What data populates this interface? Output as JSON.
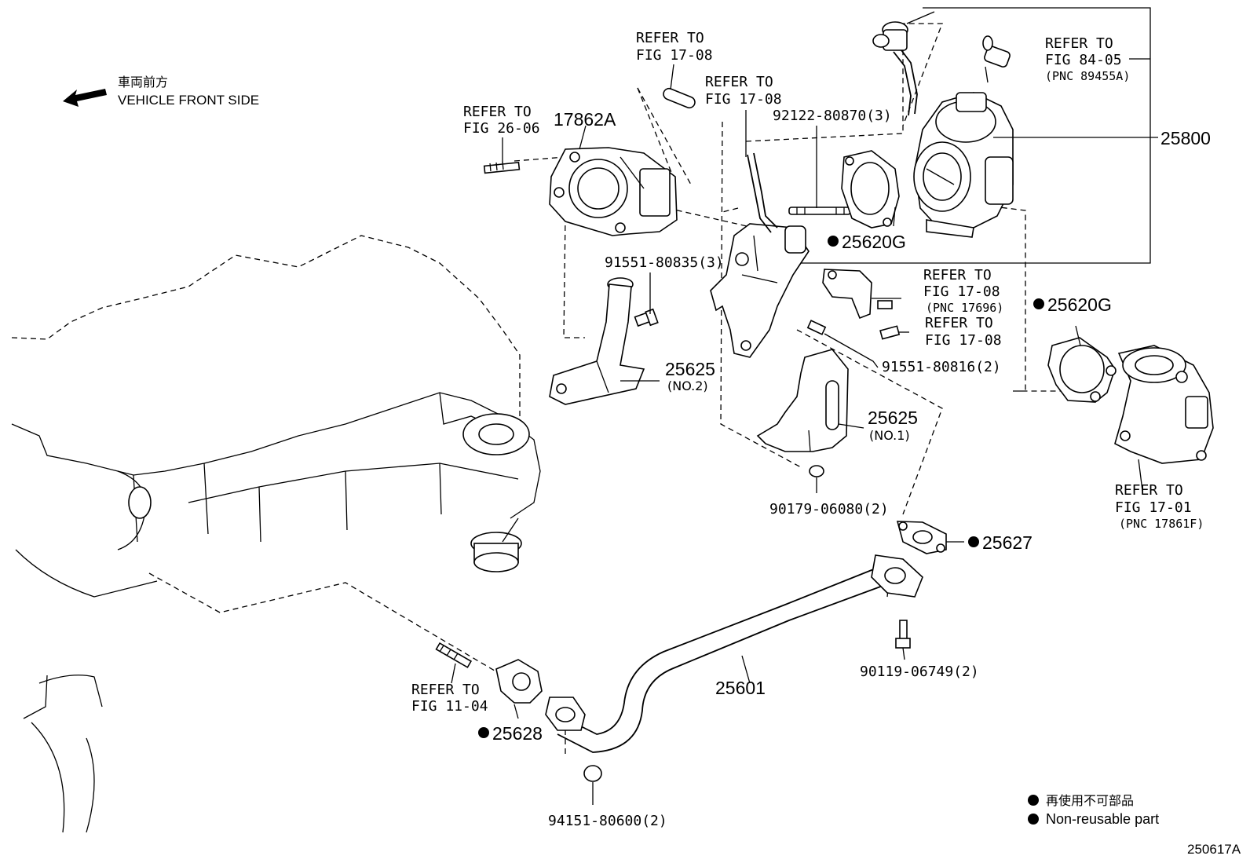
{
  "direction": {
    "label_jp": "車両前方",
    "label_en": "VEHICLE FRONT SIDE"
  },
  "callouts": {
    "p17862a": "17862A",
    "p25800": "25800",
    "p25620g_a": "25620G",
    "p25620g_b": "25620G",
    "p25625_no2": "25625",
    "p25625_no2_sub": "(NO.2)",
    "p25625_no1": "25625",
    "p25625_no1_sub": "(NO.1)",
    "p25627": "25627",
    "p25601": "25601",
    "p25628": "25628"
  },
  "fasteners": {
    "f92122": "92122-80870(3)",
    "f91551_835": "91551-80835(3)",
    "f91551_816": "91551-80816(2)",
    "f90179": "90179-06080(2)",
    "f90119": "90119-06749(2)",
    "f94151": "94151-80600(2)"
  },
  "references": {
    "r1_l1": "REFER TO",
    "r1_l2": "FIG 17-08",
    "r2_l1": "REFER TO",
    "r2_l2": "FIG 17-08",
    "r3_l1": "REFER TO",
    "r3_l2": "FIG 26-06",
    "r4_l1": "REFER TO",
    "r4_l2": "FIG 84-05",
    "r4_l3": "(PNC 89455A)",
    "r5_l1": "REFER TO",
    "r5_l2": "FIG 17-08",
    "r5_l3": "(PNC 17696)",
    "r6_l1": "REFER TO",
    "r6_l2": "FIG 17-08",
    "r7_l1": "REFER TO",
    "r7_l2": "FIG 17-01",
    "r7_l3": "(PNC 17861F)",
    "r8_l1": "REFER TO",
    "r8_l2": "FIG 11-04"
  },
  "legend": {
    "jp": "再使用不可部品",
    "en": "Non-reusable part"
  },
  "diagram_id": "250617A"
}
